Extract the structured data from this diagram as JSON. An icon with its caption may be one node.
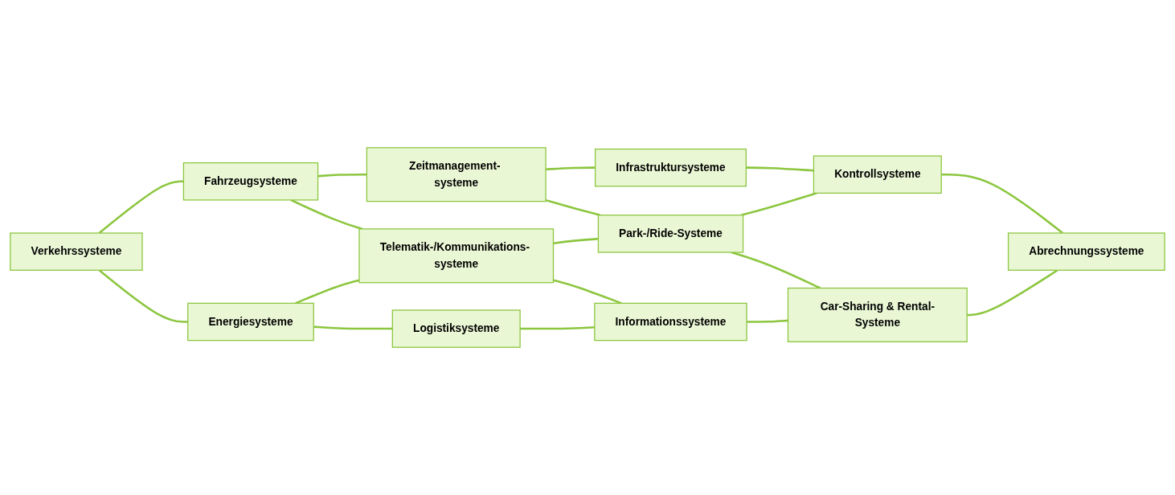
{
  "diagram": {
    "nodes": [
      {
        "text": [
          "Verkehrssysteme"
        ]
      },
      {
        "text": [
          "Energiesysteme"
        ]
      },
      {
        "text": [
          "Logistiksysteme"
        ]
      },
      {
        "text": [
          "Fahrzeugsysteme"
        ]
      },
      {
        "text": [
          "Telematik-/Kommunikations- systeme"
        ]
      },
      {
        "text": [
          "Informationssysteme"
        ]
      },
      {
        "text": [
          "Zeitmanagement- systeme"
        ]
      },
      {
        "text": [
          "Park-/Ride-Systeme"
        ]
      },
      {
        "text": [
          "Car-Sharing & Rental-Systeme"
        ]
      },
      {
        "text": [
          "Infrastruktursysteme"
        ]
      },
      {
        "text": [
          "Kontrollsysteme"
        ]
      },
      {
        "text": [
          "Abrechnungssysteme"
        ]
      }
    ],
    "edges": [
      {
        "from": 0,
        "to": 1,
        "arrow": "none"
      },
      {
        "from": 1,
        "to": 2,
        "arrow": "none"
      },
      {
        "from": 3,
        "to": 4,
        "arrow": "none"
      },
      {
        "from": 4,
        "to": 5,
        "arrow": "none"
      },
      {
        "from": 6,
        "to": 7,
        "arrow": "none"
      },
      {
        "from": 7,
        "to": 8,
        "arrow": "none"
      },
      {
        "from": 9,
        "to": 10,
        "arrow": "none"
      },
      {
        "from": 10,
        "to": 11,
        "arrow": "none"
      },
      {
        "from": 0,
        "to": 3,
        "arrow": "none"
      },
      {
        "from": 3,
        "to": 6,
        "arrow": "none"
      },
      {
        "from": 6,
        "to": 9,
        "arrow": "none"
      },
      {
        "from": 1,
        "to": 4,
        "arrow": "none"
      },
      {
        "from": 4,
        "to": 7,
        "arrow": "none"
      },
      {
        "from": 7,
        "to": 10,
        "arrow": "none"
      },
      {
        "from": 2,
        "to": 5,
        "arrow": "none"
      },
      {
        "from": 5,
        "to": 8,
        "arrow": "none"
      },
      {
        "from": 8,
        "to": 11,
        "arrow": "none"
      }
    ]
  }
}
